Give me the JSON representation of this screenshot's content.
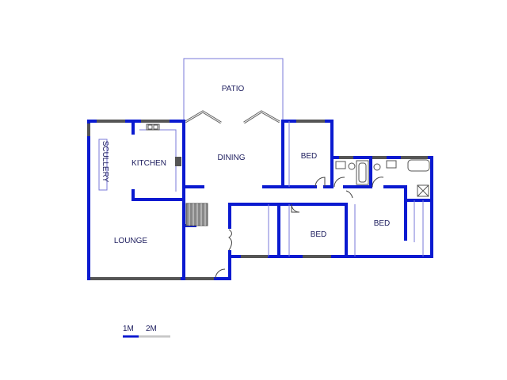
{
  "rooms": {
    "patio": "PATIO",
    "dining": "DINING",
    "kitchen": "KITCHEN",
    "scullery": "SCULLERY",
    "lounge": "LOUNGE",
    "bed1": "BED",
    "bed2": "BED",
    "bed3": "BED"
  },
  "scale": {
    "label_1": "1M",
    "label_2": "2M"
  },
  "colors": {
    "wall": "#0a1ad0",
    "inner_line": "#7a7ad8",
    "label": "#202060"
  }
}
